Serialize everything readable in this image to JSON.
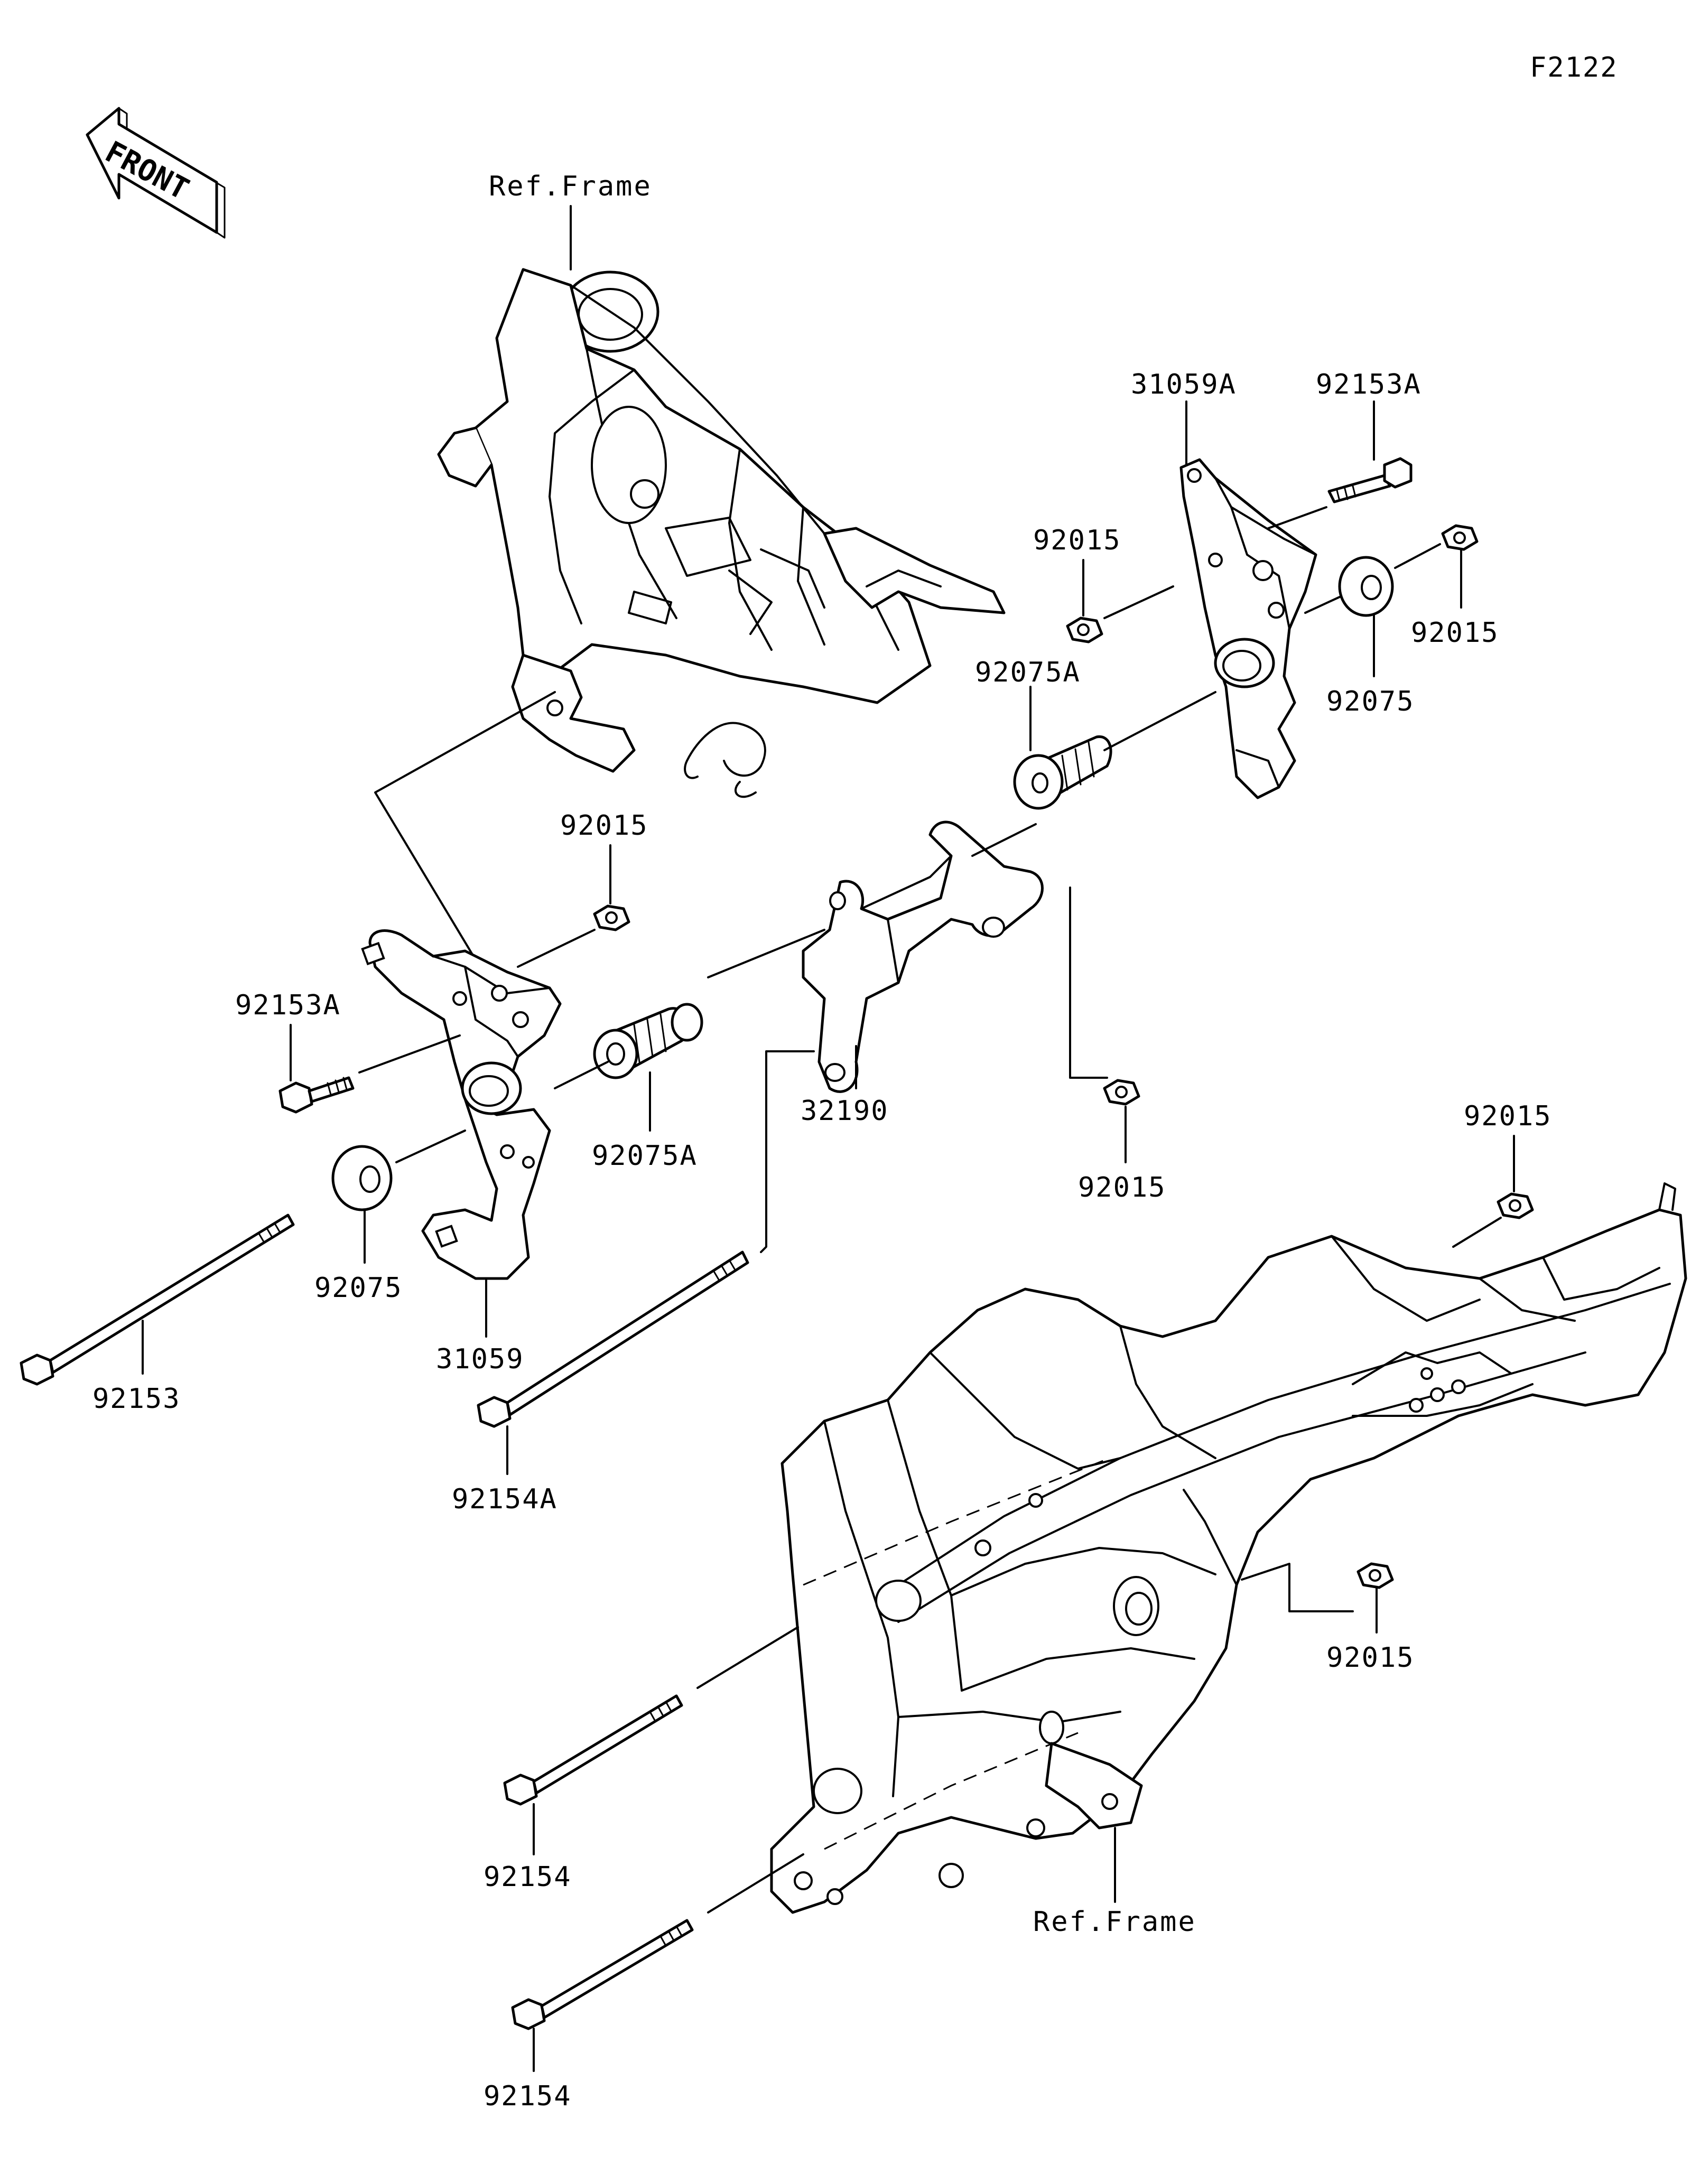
{
  "diagram_code": "F2122",
  "front_arrow": {
    "label": "FRONT",
    "icon": "front-direction-arrow-icon"
  },
  "references": [
    {
      "id": "ref-top",
      "label": "Ref.Frame"
    },
    {
      "id": "ref-bottom",
      "label": "Ref.Frame"
    }
  ],
  "parts": [
    {
      "id": "p-31059A",
      "label": "31059A"
    },
    {
      "id": "p-92153A-right",
      "label": "92153A"
    },
    {
      "id": "p-92015-r1",
      "label": "92015"
    },
    {
      "id": "p-92015-r2",
      "label": "92015"
    },
    {
      "id": "p-92075A-right",
      "label": "92075A"
    },
    {
      "id": "p-92075-right",
      "label": "92075"
    },
    {
      "id": "p-92015-mid",
      "label": "92015"
    },
    {
      "id": "p-92153A-left",
      "label": "92153A"
    },
    {
      "id": "p-92075A-left",
      "label": "92075A"
    },
    {
      "id": "p-32190",
      "label": "32190"
    },
    {
      "id": "p-92015-center",
      "label": "92015"
    },
    {
      "id": "p-92075-left",
      "label": "92075"
    },
    {
      "id": "p-31059",
      "label": "31059"
    },
    {
      "id": "p-92153",
      "label": "92153"
    },
    {
      "id": "p-92015-frame",
      "label": "92015"
    },
    {
      "id": "p-92154A",
      "label": "92154A"
    },
    {
      "id": "p-92015-lower",
      "label": "92015"
    },
    {
      "id": "p-92154-upper",
      "label": "92154"
    },
    {
      "id": "p-92154-lower",
      "label": "92154"
    }
  ]
}
